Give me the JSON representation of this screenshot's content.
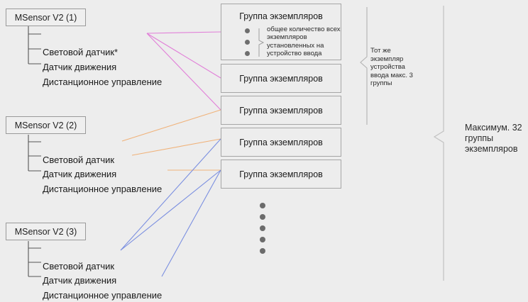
{
  "diagram": {
    "background_color": "#ededed",
    "device_groups": [
      {
        "name": "device-group-1",
        "title": "MSensor V2 (1)",
        "children": [
          "Световой датчик*",
          "Датчик движения",
          "Дистанционное управление"
        ],
        "link_color": "#e17fd8"
      },
      {
        "name": "device-group-2",
        "title": "MSensor V2 (2)",
        "children": [
          "Световой датчик",
          "Датчик движения",
          "Дистанционное управление"
        ],
        "link_color": "#f0b27a"
      },
      {
        "name": "device-group-3",
        "title": "MSensor V2 (3)",
        "children": [
          "Световой датчик",
          "Датчик движения",
          "Дистанционное управление"
        ],
        "link_color": "#7b8fe0"
      }
    ],
    "instance_groups": [
      {
        "label": "Группа экземпляров"
      },
      {
        "label": "Группа экземпляров"
      },
      {
        "label": "Группа экземпляров"
      },
      {
        "label": "Группа экземпляров"
      },
      {
        "label": "Группа экземпляров"
      }
    ],
    "instance_group_note": "общее количество всех экземпляров установленных на устройство ввода",
    "ellipsis_dot_count": 5,
    "annotations": {
      "same_device_max": "Тот же экземпляр устройства ввода макс. 3 группы",
      "max_groups": "Максимум. 32 группы экземпляров"
    }
  }
}
